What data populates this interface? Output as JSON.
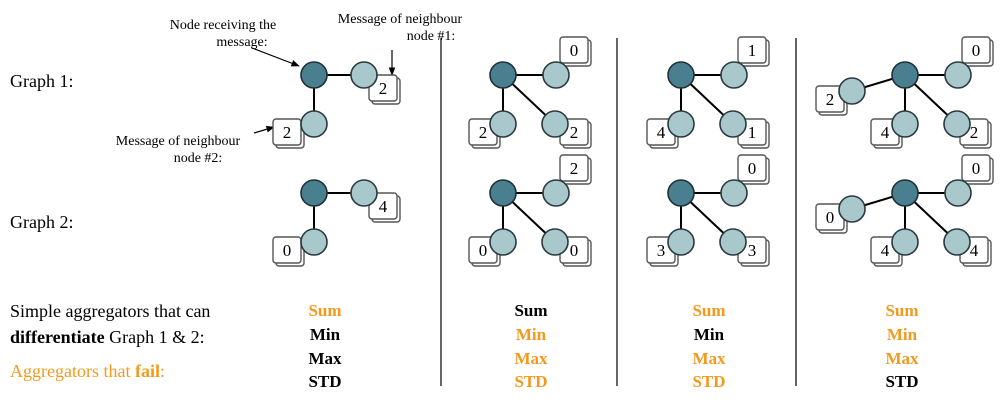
{
  "colors": {
    "center_node": "#497f8f",
    "neighbour_node": "#a9c8cc",
    "fail": "#f39a1e",
    "pass": "#000000"
  },
  "labels": {
    "graph1": "Graph 1:",
    "graph2": "Graph 2:",
    "annotation_center_line1": "Node receiving the",
    "annotation_center_line2": "message:",
    "annotation_n1_line1": "Message of neighbour",
    "annotation_n1_line2": "node #1:",
    "annotation_n2_line1": "Message of neighbour",
    "annotation_n2_line2": "node #2:",
    "simple_line1": "Simple aggregators that can",
    "simple_bold": "differentiate",
    "simple_rest": " Graph 1 & 2:",
    "fail_prefix": "Aggregators that ",
    "fail_bold": "fail",
    "fail_suffix": ":"
  },
  "aggregator_names": [
    "Sum",
    "Min",
    "Max",
    "STD"
  ],
  "examples": [
    {
      "graph1_messages": [
        "2",
        "2"
      ],
      "graph2_messages": [
        "4",
        "0"
      ],
      "aggregators": [
        {
          "name": "Sum",
          "status": "fail"
        },
        {
          "name": "Min",
          "status": "pass"
        },
        {
          "name": "Max",
          "status": "pass"
        },
        {
          "name": "STD",
          "status": "pass"
        }
      ]
    },
    {
      "graph1_messages": [
        "0",
        "2",
        "2"
      ],
      "graph2_messages": [
        "2",
        "0",
        "0"
      ],
      "aggregators": [
        {
          "name": "Sum",
          "status": "pass"
        },
        {
          "name": "Min",
          "status": "fail"
        },
        {
          "name": "Max",
          "status": "fail"
        },
        {
          "name": "STD",
          "status": "fail"
        }
      ]
    },
    {
      "graph1_messages": [
        "1",
        "4",
        "1"
      ],
      "graph2_messages": [
        "0",
        "3",
        "3"
      ],
      "aggregators": [
        {
          "name": "Sum",
          "status": "fail"
        },
        {
          "name": "Min",
          "status": "pass"
        },
        {
          "name": "Max",
          "status": "fail"
        },
        {
          "name": "STD",
          "status": "fail"
        }
      ]
    },
    {
      "graph1_messages": [
        "2",
        "0",
        "4",
        "2"
      ],
      "graph2_messages": [
        "0",
        "0",
        "4",
        "4"
      ],
      "aggregators": [
        {
          "name": "Sum",
          "status": "fail"
        },
        {
          "name": "Min",
          "status": "fail"
        },
        {
          "name": "Max",
          "status": "fail"
        },
        {
          "name": "STD",
          "status": "pass"
        }
      ]
    }
  ]
}
